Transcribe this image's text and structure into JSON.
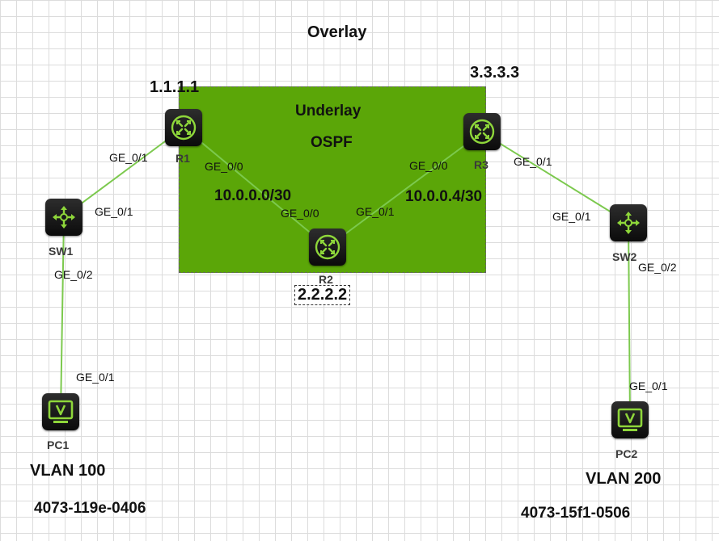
{
  "overlay_label": "Overlay",
  "underlay": {
    "label": "Underlay",
    "protocol": "OSPF"
  },
  "subnets": {
    "r1_r2": "10.0.0.0/30",
    "r2_r3": "10.0.0.4/30"
  },
  "devices": {
    "r1": {
      "name": "R1",
      "ip": "1.1.1.1",
      "type": "router"
    },
    "r2": {
      "name": "R2",
      "ip": "2.2.2.2",
      "type": "router"
    },
    "r3": {
      "name": "R3",
      "ip": "3.3.3.3",
      "type": "router"
    },
    "sw1": {
      "name": "SW1",
      "type": "switch"
    },
    "sw2": {
      "name": "SW2",
      "type": "switch"
    },
    "pc1": {
      "name": "PC1",
      "type": "pc",
      "vlan": "VLAN 100",
      "mac": "4073-119e-0406"
    },
    "pc2": {
      "name": "PC2",
      "type": "pc",
      "vlan": "VLAN 200",
      "mac": "4073-15f1-0506"
    }
  },
  "ports": {
    "r1_to_sw1": "GE_0/1",
    "sw1_to_r1": "GE_0/1",
    "sw1_to_pc1": "GE_0/2",
    "pc1_to_sw1": "GE_0/1",
    "r1_to_r2": "GE_0/0",
    "r2_to_r1": "GE_0/0",
    "r2_to_r3": "GE_0/1",
    "r3_to_r2": "GE_0/0",
    "r3_to_sw2": "GE_0/1",
    "sw2_to_r3": "GE_0/1",
    "sw2_to_pc2": "GE_0/2",
    "pc2_to_sw2": "GE_0/1"
  },
  "colors": {
    "underlay_fill": "#5ba608",
    "link": "#7cc94e",
    "icon_accent": "#8ed63a",
    "icon_body": "#1a1a1a",
    "grid": "#dcdcdc"
  },
  "icons": {
    "router": "router-icon",
    "switch": "switch-icon",
    "pc": "pc-icon"
  }
}
